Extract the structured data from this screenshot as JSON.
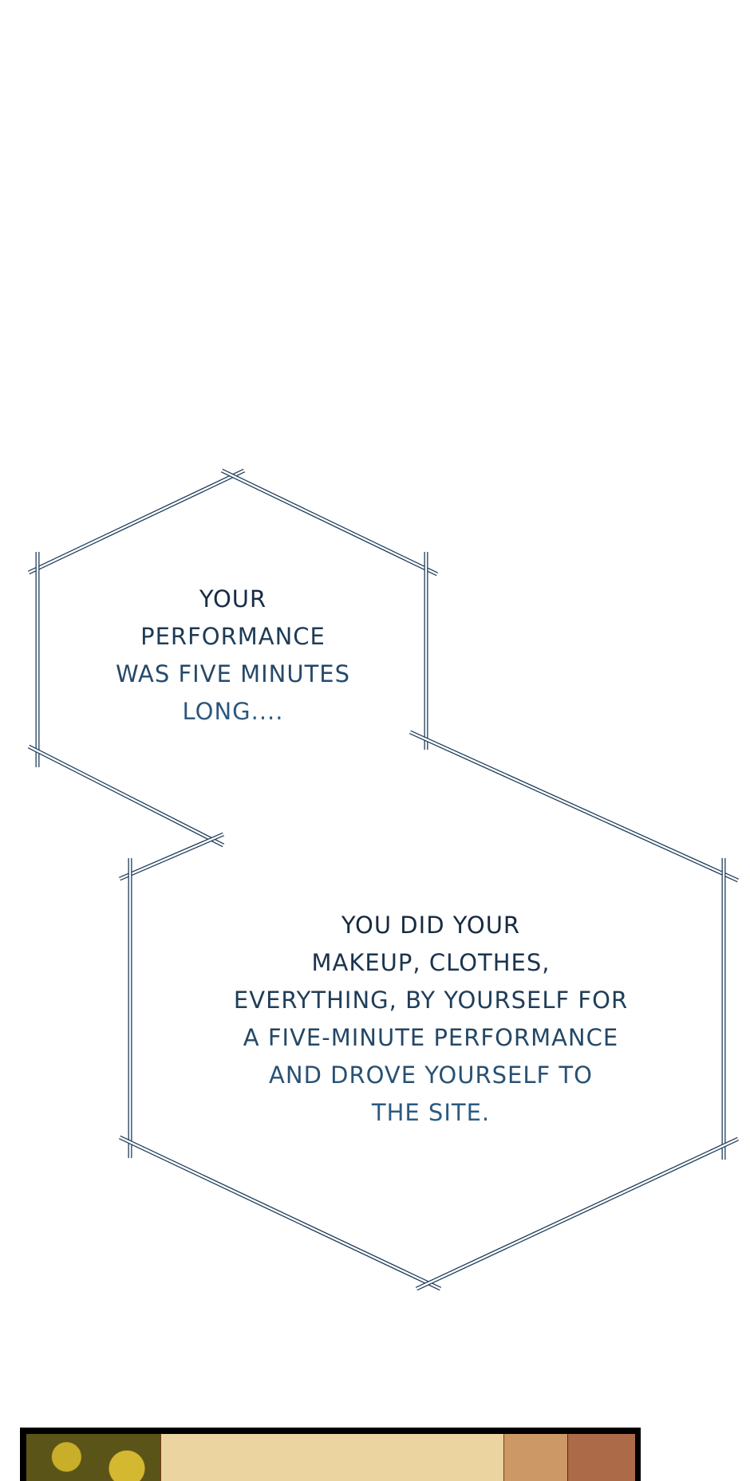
{
  "bubbles": [
    {
      "lines": [
        "Your",
        "performance",
        "was five minutes",
        "long...."
      ]
    },
    {
      "lines": [
        "You did your",
        "makeup, clothes,",
        "everything, by yourself for",
        "a five-minute performance",
        "and drove yourself to",
        "the site."
      ]
    }
  ],
  "colors": {
    "frame": "#1f3d5a",
    "text_top": "#14263a",
    "text_bottom": "#2f5f86"
  }
}
